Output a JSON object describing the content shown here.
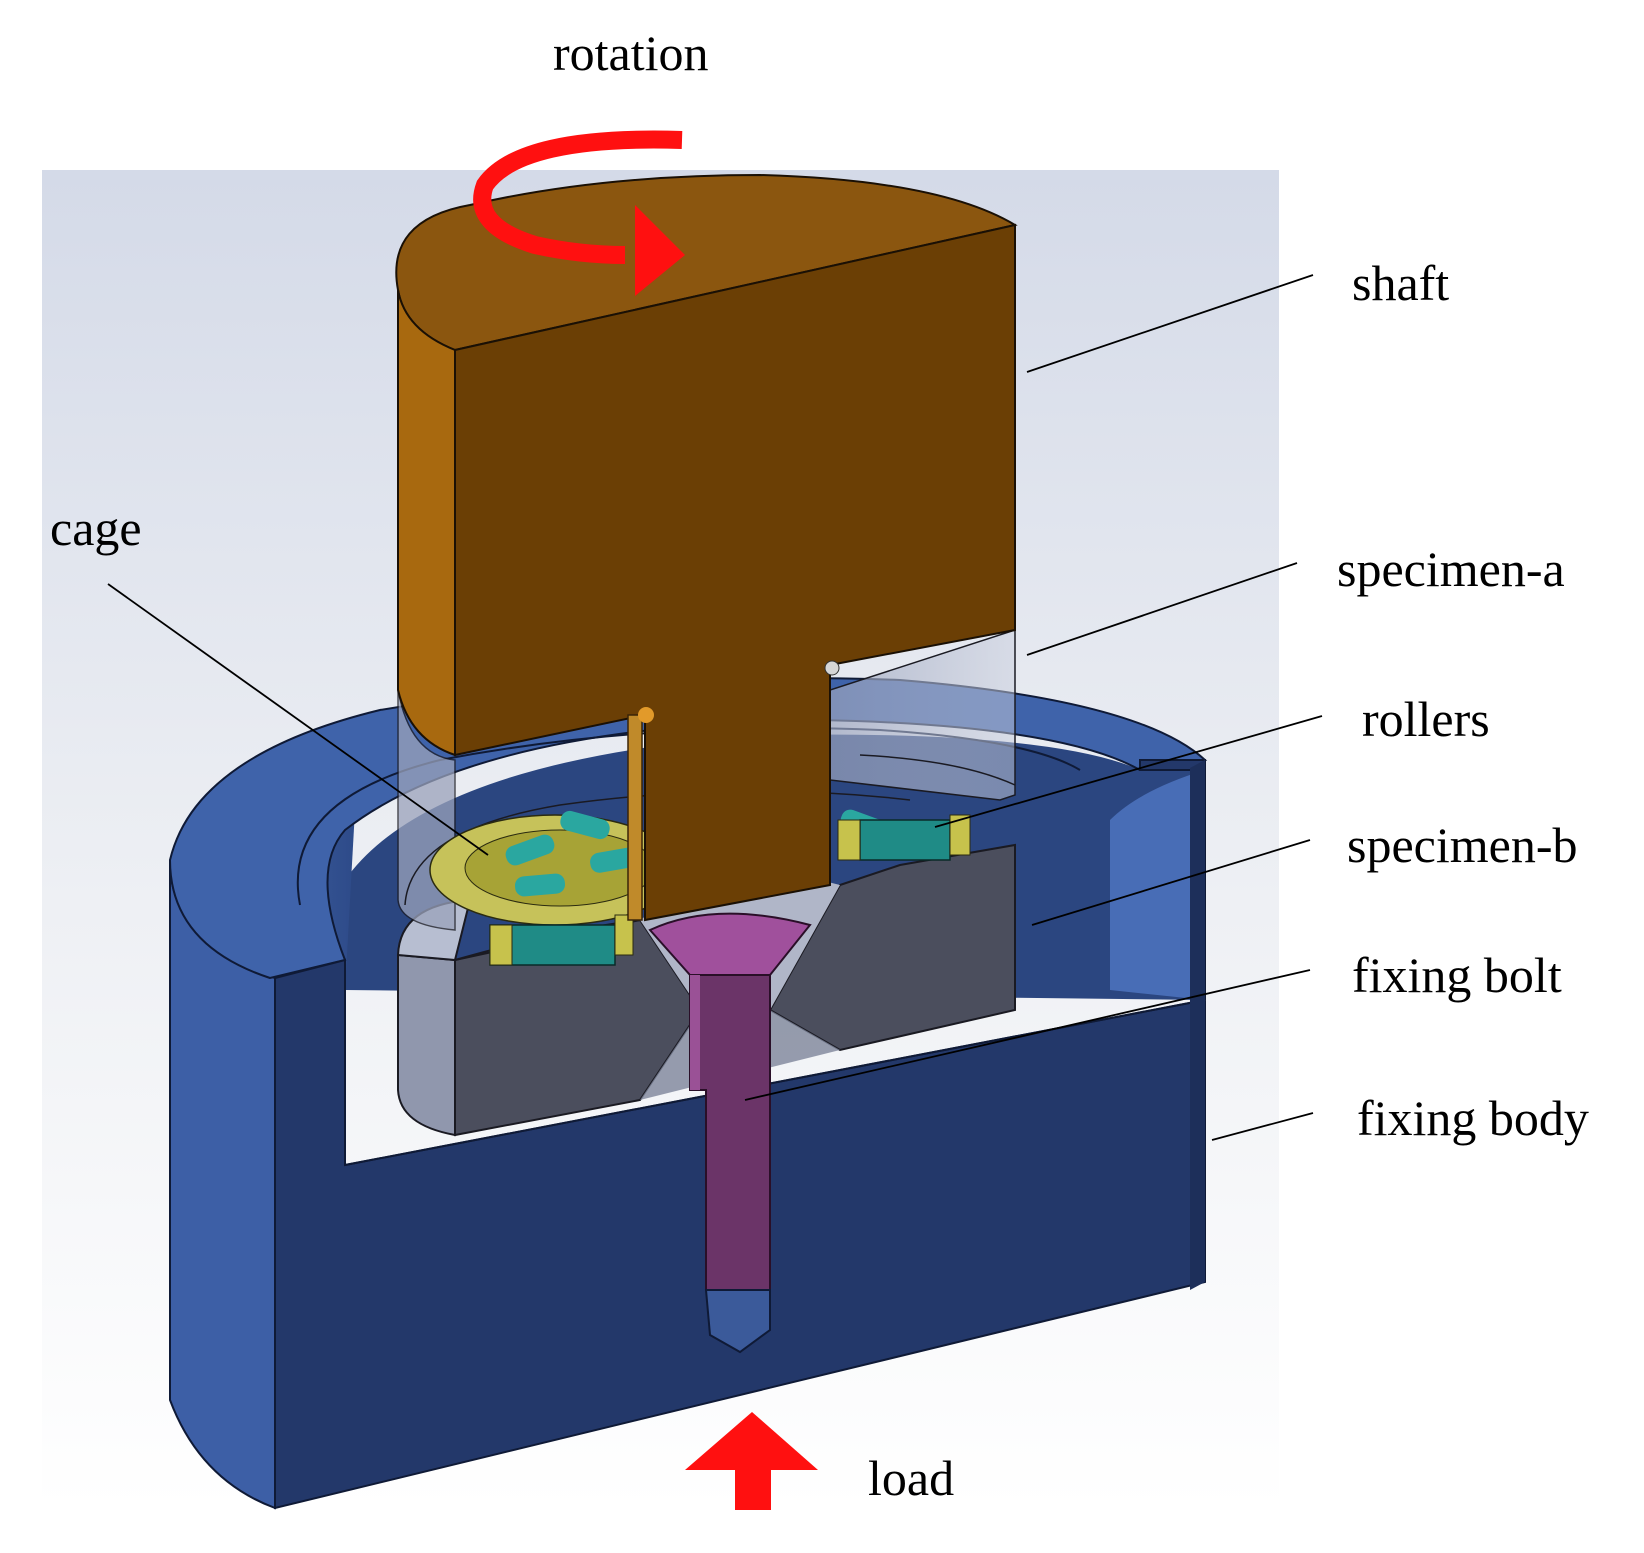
{
  "labels": {
    "rotation": "rotation",
    "shaft": "shaft",
    "specimen_a": "specimen-a",
    "rollers": "rollers",
    "specimen_b": "specimen-b",
    "fixing_bolt": "fixing bolt",
    "fixing_body": "fixing body",
    "cage": "cage",
    "load": "load"
  },
  "colors": {
    "shaft": "#6b3f05",
    "shaft_top": "#8b560f",
    "shaft_side": "#a8690f",
    "fixing_body": "#23386a",
    "fixing_body_light": "#3d62a8",
    "specimen_dark": "#4a4d5c",
    "specimen_light": "#b6bdd0",
    "bolt": "#6b3468",
    "bolt_head": "#a0509c",
    "rollers": "#2aa7a0",
    "cage": "#a7a336",
    "arrow": "#ff1010"
  }
}
